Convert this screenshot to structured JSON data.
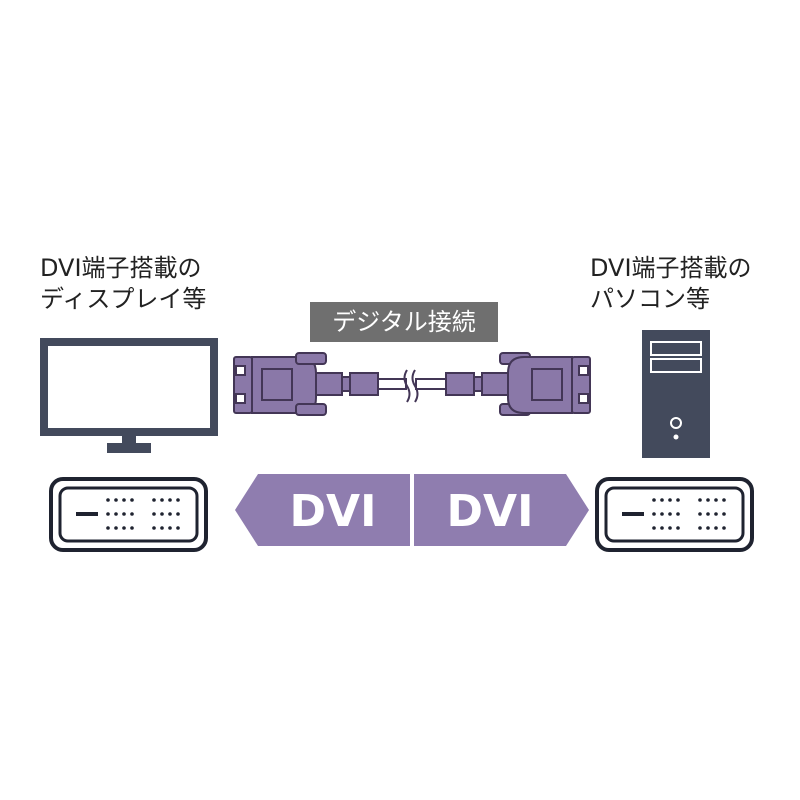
{
  "left_device": {
    "line1": "DVI端子搭載の",
    "line2": "ディスプレイ等",
    "icon": "monitor-icon"
  },
  "right_device": {
    "line1": "DVI端子搭載の",
    "line2": "パソコン等",
    "icon": "desktop-pc-icon"
  },
  "cable": {
    "label": "デジタル接続",
    "icon": "dvi-cable-icon"
  },
  "arrows": {
    "left_label": "DVI",
    "right_label": "DVI"
  },
  "colors": {
    "device": "#434a5c",
    "connector": "#8a78a8",
    "arrow": "#8f7daf",
    "badge": "#6f6f6f"
  }
}
